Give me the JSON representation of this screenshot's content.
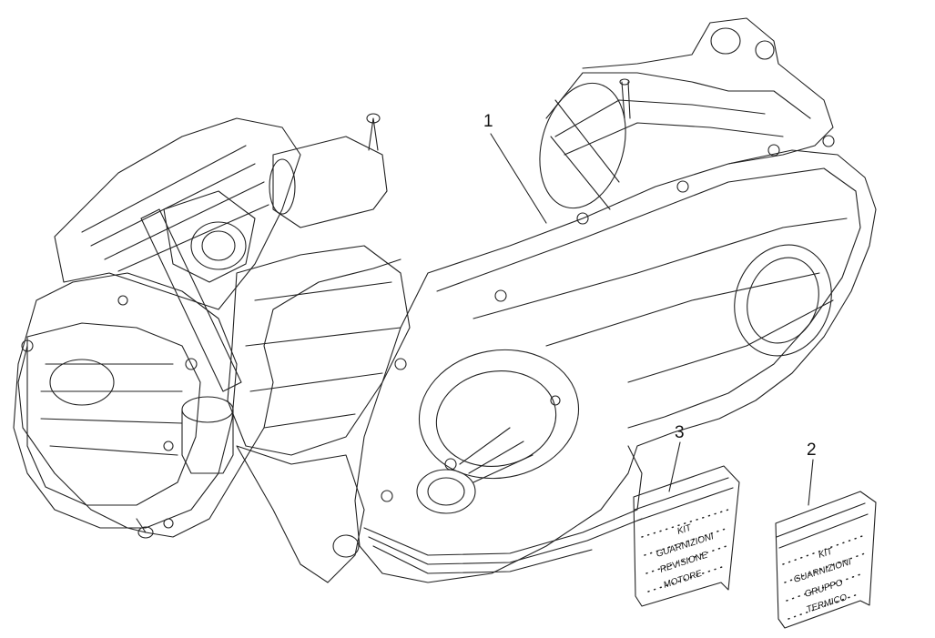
{
  "diagram": {
    "callouts": [
      {
        "id": "1",
        "label": "1"
      },
      {
        "id": "2",
        "label": "2"
      },
      {
        "id": "3",
        "label": "3"
      }
    ],
    "kit_revisione": {
      "lines": [
        "KIT",
        "GUARNIZIONI",
        "REVISIONE",
        "MOTORE"
      ]
    },
    "kit_termico": {
      "lines": [
        "KIT",
        "GUARNIZIONI",
        "GRUPPO",
        "TERMICO"
      ]
    }
  }
}
